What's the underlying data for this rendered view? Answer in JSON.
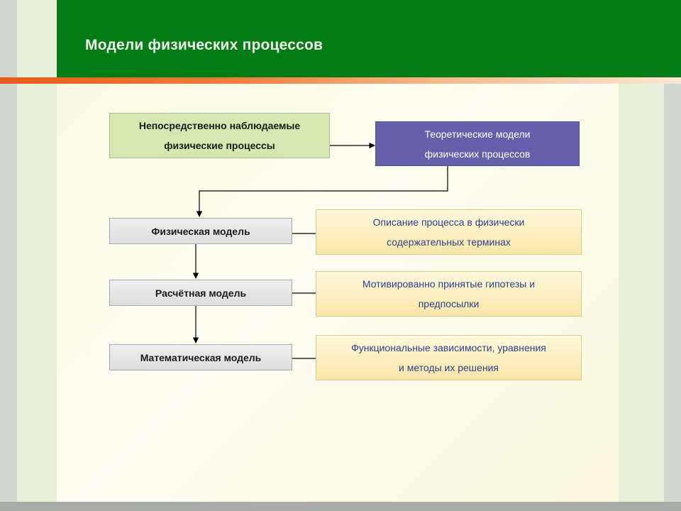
{
  "slide": {
    "title": "Модели физических процессов"
  },
  "diagram": {
    "observed": {
      "line1": "Непосредственно наблюдаемые",
      "line2": "физические процессы"
    },
    "theory": {
      "line1": "Теоретические модели",
      "line2": "физических процессов"
    },
    "models": [
      {
        "label": "Физическая модель"
      },
      {
        "label": "Расчётная модель"
      },
      {
        "label": "Математическая модель"
      }
    ],
    "descriptions": [
      {
        "line1": "Описание процесса в физически",
        "line2": "содержательных терминах"
      },
      {
        "line1": "Мотивированно принятые гипотезы и",
        "line2": "предпосылки"
      },
      {
        "line1": "Функциональные зависимости, уравнения",
        "line2": "и методы их решения"
      }
    ]
  },
  "colors": {
    "title_bar": "#047c16",
    "accent_line": "#e85a1a",
    "observed_box": "#d5e8b0",
    "theory_box": "#6461aa",
    "description_text": "#2b3f8a"
  }
}
